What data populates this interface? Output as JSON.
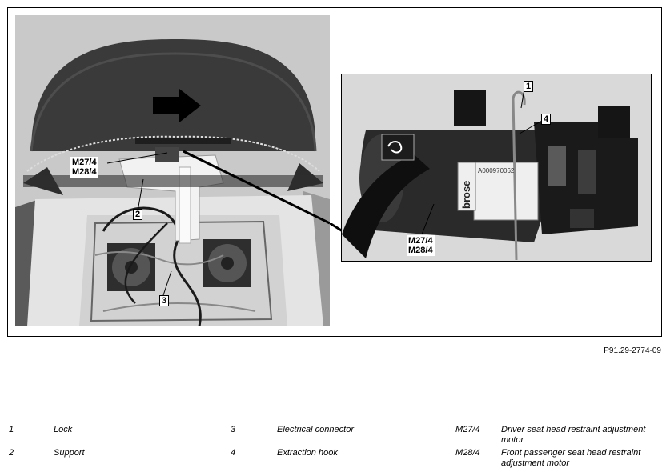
{
  "figure": {
    "reference": "P91.29-2774-09",
    "callouts": {
      "main_motor_1": "M27/4",
      "main_motor_2": "M28/4",
      "main_2": "2",
      "main_3": "3",
      "inset_1": "1",
      "inset_4": "4",
      "inset_motor_1": "M27/4",
      "inset_motor_2": "M28/4"
    },
    "part_label_text": {
      "brand": "brose",
      "part_no": "A000970062"
    }
  },
  "legend": [
    {
      "key": "1",
      "desc": "Lock"
    },
    {
      "key": "2",
      "desc": "Support"
    },
    {
      "key": "3",
      "desc": "Electrical connector"
    },
    {
      "key": "4",
      "desc": "Extraction hook"
    },
    {
      "key": "M27/4",
      "desc": "Driver seat head restraint adjustment motor"
    },
    {
      "key": "M28/4",
      "desc": "Front passenger seat head restraint adjustment motor"
    }
  ],
  "colors": {
    "leather": "#3a3a3a",
    "foam": "#e6e6e6",
    "background": "#c8c8c8"
  }
}
